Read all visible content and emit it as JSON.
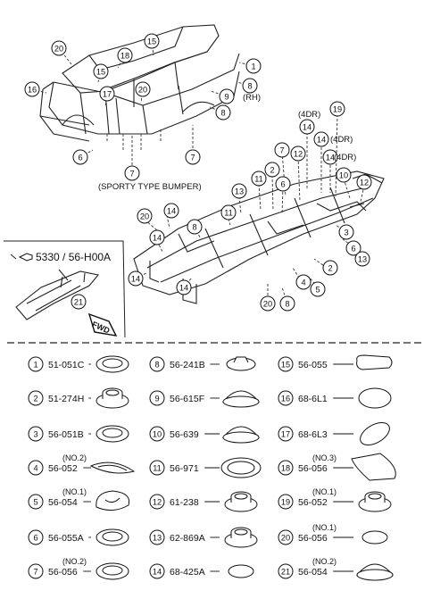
{
  "upper": {
    "body_callouts": [
      {
        "num": "20"
      },
      {
        "num": "15"
      },
      {
        "num": "18"
      },
      {
        "num": "15"
      },
      {
        "num": "16"
      },
      {
        "num": "17"
      },
      {
        "num": "20"
      },
      {
        "num": "1"
      },
      {
        "num": "9"
      },
      {
        "num": "8"
      },
      {
        "num": "8"
      },
      {
        "num": "6"
      },
      {
        "num": "7"
      },
      {
        "num": "7"
      }
    ],
    "rh_note": "(RH)",
    "sporty_note": "(SPORTY TYPE BUMPER)",
    "frame_callouts": [
      {
        "num": "19"
      },
      {
        "num": "14"
      },
      {
        "num": "14"
      },
      {
        "num": "14"
      },
      {
        "num": "7"
      },
      {
        "num": "12"
      },
      {
        "num": "11"
      },
      {
        "num": "2"
      },
      {
        "num": "6"
      },
      {
        "num": "13"
      },
      {
        "num": "10"
      },
      {
        "num": "12"
      },
      {
        "num": "11"
      },
      {
        "num": "20"
      },
      {
        "num": "14"
      },
      {
        "num": "8"
      },
      {
        "num": "14"
      },
      {
        "num": "3"
      },
      {
        "num": "6"
      },
      {
        "num": "13"
      },
      {
        "num": "2"
      },
      {
        "num": "4"
      },
      {
        "num": "5"
      },
      {
        "num": "14"
      },
      {
        "num": "14"
      },
      {
        "num": "20"
      },
      {
        "num": "8"
      }
    ],
    "door_notes": [
      "(4DR)",
      "(4DR)",
      "(4DR)"
    ],
    "ref_note": "5330 / 56-H00A",
    "ref_callout": "21",
    "fwd_label": "FWD"
  },
  "legend": [
    {
      "num": "1",
      "note": "",
      "part": "51-051C"
    },
    {
      "num": "2",
      "note": "",
      "part": "51-274H"
    },
    {
      "num": "3",
      "note": "",
      "part": "56-051B"
    },
    {
      "num": "4",
      "note": "(NO.2)",
      "part": "56-052"
    },
    {
      "num": "5",
      "note": "(NO.1)",
      "part": "56-054"
    },
    {
      "num": "6",
      "note": "",
      "part": "56-055A"
    },
    {
      "num": "7",
      "note": "(NO.2)",
      "part": "56-056"
    },
    {
      "num": "8",
      "note": "",
      "part": "56-241B"
    },
    {
      "num": "9",
      "note": "",
      "part": "56-615F"
    },
    {
      "num": "10",
      "note": "",
      "part": "56-639"
    },
    {
      "num": "11",
      "note": "",
      "part": "56-971"
    },
    {
      "num": "12",
      "note": "",
      "part": "61-238"
    },
    {
      "num": "13",
      "note": "",
      "part": "62-869A"
    },
    {
      "num": "14",
      "note": "",
      "part": "68-425A"
    },
    {
      "num": "15",
      "note": "",
      "part": "56-055"
    },
    {
      "num": "16",
      "note": "",
      "part": "68-6L1"
    },
    {
      "num": "17",
      "note": "",
      "part": "68-6L3"
    },
    {
      "num": "18",
      "note": "(NO.3)",
      "part": "56-056"
    },
    {
      "num": "19",
      "note": "(NO.1)",
      "part": "56-052"
    },
    {
      "num": "20",
      "note": "(NO.1)",
      "part": "56-056"
    },
    {
      "num": "21",
      "note": "(NO.2)",
      "part": "56-054"
    }
  ]
}
